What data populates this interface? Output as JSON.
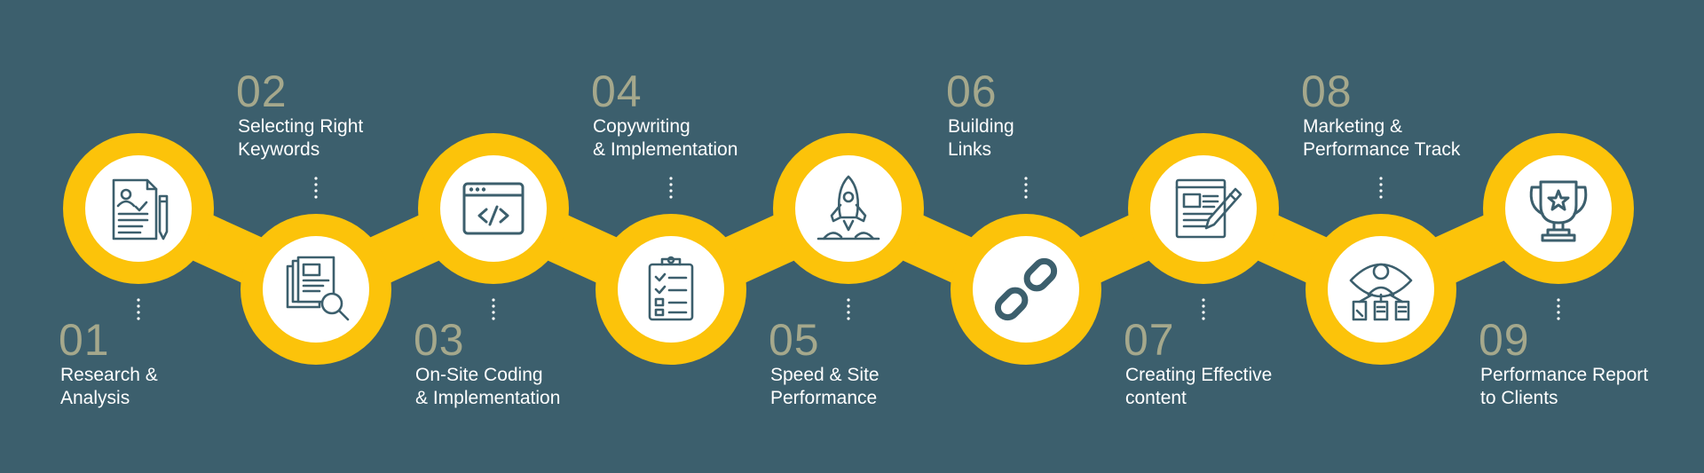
{
  "colors": {
    "background": "#3c5f6d",
    "ring": "#fcc30a",
    "inner": "#ffffff",
    "icon": "#3c5f6d",
    "number": "#a5a88c",
    "label": "#ffffff"
  },
  "steps": [
    {
      "number": "01",
      "label": "Research &\nAnalysis",
      "icon": "document-pen-icon"
    },
    {
      "number": "02",
      "label": "Selecting Right\nKeywords",
      "icon": "magnifier-documents-icon"
    },
    {
      "number": "03",
      "label": "On-Site Coding\n& Implementation",
      "icon": "code-window-icon"
    },
    {
      "number": "04",
      "label": "Copywriting\n& Implementation",
      "icon": "clipboard-checklist-icon"
    },
    {
      "number": "05",
      "label": "Speed & Site\nPerformance",
      "icon": "rocket-icon"
    },
    {
      "number": "06",
      "label": "Building\nLinks",
      "icon": "chain-link-icon"
    },
    {
      "number": "07",
      "label": "Creating Effective\ncontent",
      "icon": "content-edit-icon"
    },
    {
      "number": "08",
      "label": "Marketing &\nPerformance Track",
      "icon": "user-network-icon"
    },
    {
      "number": "09",
      "label": "Performance Report\nto Clients",
      "icon": "trophy-icon"
    }
  ]
}
